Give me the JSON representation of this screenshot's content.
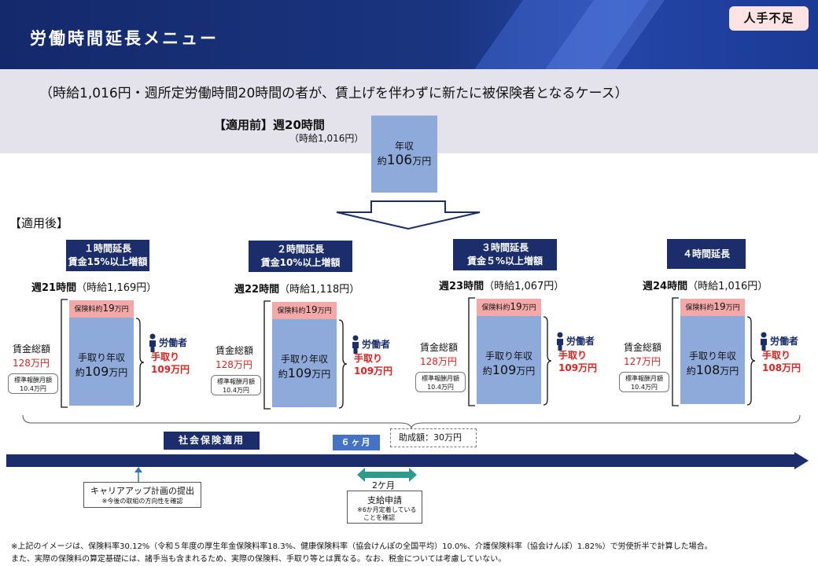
{
  "title": "労働時間延長メニュー",
  "badge": "人手不足",
  "case_text": "（時給1,016円・週所定労働時間20時間の者が、賃上げを伴わずに新たに被保険者となるケース）",
  "before": {
    "label": "【適用前】週20時間",
    "hourly": "（時給1,016円）",
    "box_line1": "年収",
    "box_prefix": "約",
    "box_value": "106",
    "box_unit": "万円"
  },
  "after_label": "【適用後】",
  "columns": [
    {
      "head1": "１時間延長",
      "head2": "賃金15%以上増額",
      "week": "週21時間",
      "hourly": "（時給1,169円）",
      "wage_label": "賃金総額",
      "wage_value": "128万円",
      "std1": "標準報酬月額",
      "std2": "10.4万円",
      "ins_prefix": "保険料約",
      "ins_value": "19",
      "ins_unit": "万円",
      "take1": "手取り年収",
      "take_prefix": "約",
      "take_value": "109",
      "take_unit": "万円",
      "worker": "労働者",
      "tedori1": "手取り",
      "tedori2": "109万円"
    },
    {
      "head1": "２時間延長",
      "head2": "賃金10%以上増額",
      "week": "週22時間",
      "hourly": "（時給1,118円）",
      "wage_label": "賃金総額",
      "wage_value": "128万円",
      "std1": "標準報酬月額",
      "std2": "10.4万円",
      "ins_prefix": "保険料約",
      "ins_value": "19",
      "ins_unit": "万円",
      "take1": "手取り年収",
      "take_prefix": "約",
      "take_value": "109",
      "take_unit": "万円",
      "worker": "労働者",
      "tedori1": "手取り",
      "tedori2": "109万円"
    },
    {
      "head1": "３時間延長",
      "head2": "賃金５%以上増額",
      "week": "週23時間",
      "hourly": "（時給1,067円）",
      "wage_label": "賃金総額",
      "wage_value": "128万円",
      "std1": "標準報酬月額",
      "std2": "10.4万円",
      "ins_prefix": "保険料約",
      "ins_value": "19",
      "ins_unit": "万円",
      "take1": "手取り年収",
      "take_prefix": "約",
      "take_value": "109",
      "take_unit": "万円",
      "worker": "労働者",
      "tedori1": "手取り",
      "tedori2": "109万円"
    },
    {
      "head1": "４時間延長",
      "head2": "",
      "week": "週24時間",
      "hourly": "（時給1,016円）",
      "wage_label": "賃金総額",
      "wage_value": "127万円",
      "std1": "標準報酬月額",
      "std2": "10.4万円",
      "ins_prefix": "保険料約",
      "ins_value": "19",
      "ins_unit": "万円",
      "take1": "手取り年収",
      "take_prefix": "約",
      "take_value": "108",
      "take_unit": "万円",
      "worker": "労働者",
      "tedori1": "手取り",
      "tedori2": "108万円"
    }
  ],
  "timeline": {
    "shakai": "社会保険適用",
    "six_months": "６ヶ月",
    "josei": "助成額：30万円",
    "career_title": "キャリアアップ計画の提出",
    "career_sub": "※今後の取組の方向性を確認",
    "two_months": "2ケ月",
    "shikyu_title": "支給申請",
    "shikyu_sub1": "※6か月定着している",
    "shikyu_sub2": "ことを確認"
  },
  "notes": [
    "※上記のイメージは、保険料率30.12%（令和５年度の厚生年金保険料率18.3%、健康保険料率（協会けんぽの全国平均）10.0%、介護保険料率（協会けんぽ）1.82%）で労使折半で計算した場合。",
    "また、実際の保険料の算定基礎には、諸手当も含まれるため、実際の保険料、手取り等とは異なる。なお、税金については考慮していない。"
  ],
  "colors": {
    "navy": "#1b2e6b",
    "blue": "#4472c4",
    "box": "#8eaadb",
    "pink": "#f4a9a9",
    "red": "#e02020"
  }
}
